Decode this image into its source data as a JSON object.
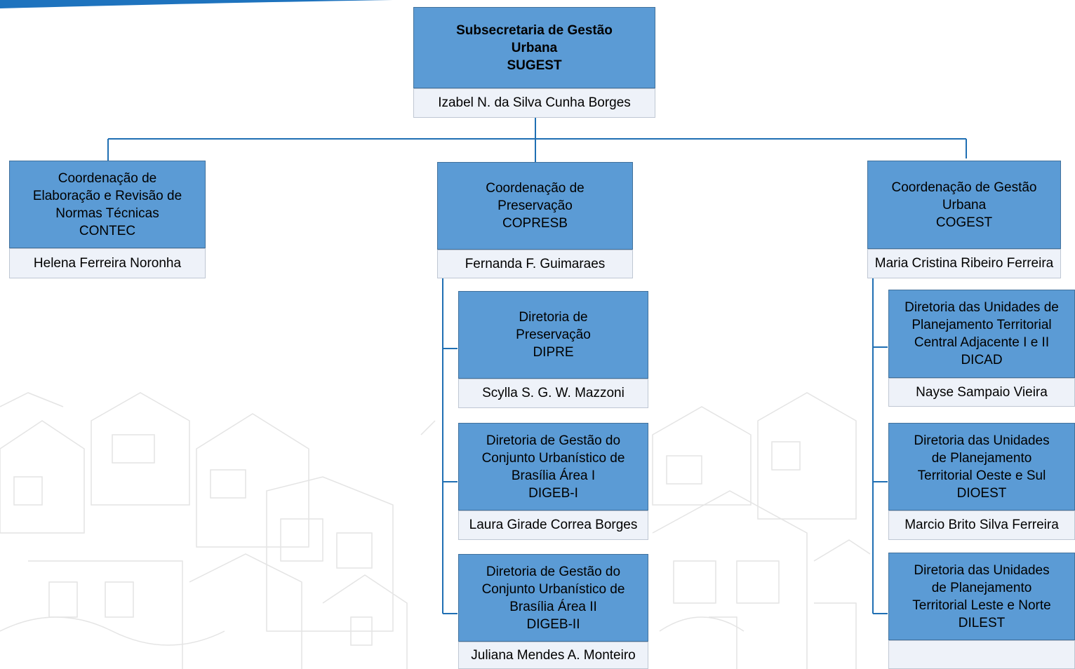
{
  "colors": {
    "box_fill": "#5b9bd5",
    "name_fill": "#eef2f9",
    "connector": "#1f6fb3",
    "top_accent": "#1e73be"
  },
  "root": {
    "title_lines": [
      "Subsecretaria de Gestão",
      "Urbana",
      "SUGEST"
    ],
    "head": "Izabel N. da Silva Cunha Borges"
  },
  "coordinations": [
    {
      "title_lines": [
        "Coordenação de",
        "Elaboração e Revisão de",
        "Normas Técnicas",
        "CONTEC"
      ],
      "head": "Helena Ferreira Noronha"
    },
    {
      "title_lines": [
        "Coordenação de",
        "Preservação",
        "COPRESB"
      ],
      "head": "Fernanda F. Guimaraes",
      "directorates": [
        {
          "title_lines": [
            "Diretoria de",
            "Preservação",
            "DIPRE"
          ],
          "head": "Scylla S. G. W. Mazzoni"
        },
        {
          "title_lines": [
            "Diretoria de Gestão do",
            "Conjunto Urbanístico de",
            "Brasília Área I",
            "DIGEB-I"
          ],
          "head": "Laura Girade Correa Borges"
        },
        {
          "title_lines": [
            "Diretoria de Gestão do",
            "Conjunto Urbanístico de",
            "Brasília Área II",
            "DIGEB-II"
          ],
          "head": "Juliana Mendes A. Monteiro"
        }
      ]
    },
    {
      "title_lines": [
        "Coordenação de Gestão",
        "Urbana",
        "COGEST"
      ],
      "head": "Maria Cristina Ribeiro Ferreira",
      "directorates": [
        {
          "title_lines": [
            "Diretoria das Unidades de",
            "Planejamento Territorial",
            "Central Adjacente I e II",
            "DICAD"
          ],
          "head": "Nayse Sampaio Vieira"
        },
        {
          "title_lines": [
            "Diretoria das Unidades",
            "de Planejamento",
            "Territorial Oeste e Sul",
            "DIOEST"
          ],
          "head": "Marcio Brito Silva Ferreira"
        },
        {
          "title_lines": [
            "Diretoria das Unidades",
            "de Planejamento",
            "Territorial Leste e Norte",
            "DILEST"
          ],
          "head": ""
        }
      ]
    }
  ]
}
